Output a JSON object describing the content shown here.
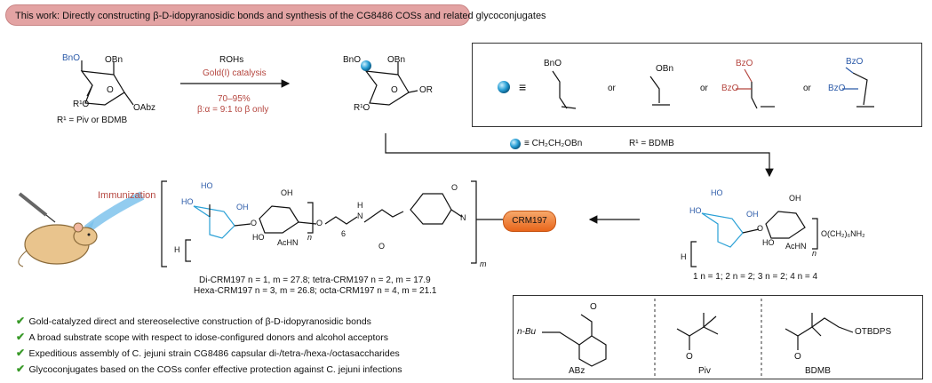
{
  "banner": "This work: Directly constructing β-D-idopyranosidic bonds and synthesis of the CG8486 COSs and related glycoconjugates",
  "reaction": {
    "reagent_top": "ROHs",
    "reagent_catalyst": "Gold(I) catalysis",
    "yield": "70–95%",
    "selectivity": "β:α = 9:1 to β only",
    "r1_definition": "R¹ = Piv or BDMB"
  },
  "donor_labels": {
    "bno_top": "BnO",
    "obn": "OBn",
    "oabz": "OAbz",
    "r1o": "R¹O",
    "o": "O"
  },
  "product_labels": {
    "bno": "BnO",
    "obn": "OBn",
    "or": "OR",
    "r1o": "R¹O",
    "o": "O"
  },
  "legend": {
    "equiv": "≡",
    "or": "or",
    "bno": "BnO",
    "obn": "OBn",
    "bzo1": "BzO",
    "bzo2": "BzO",
    "bzo3": "BzO",
    "bzo4": "BzO"
  },
  "conversion": {
    "text": "≡ CH₂CH₂OBn",
    "r1": "R¹ = BDMB"
  },
  "immunization": "Immunization",
  "conjugate": {
    "ho1": "HO",
    "ho2": "HO",
    "oh1": "OH",
    "oh2": "OH",
    "ho3": "HO",
    "o_link": "O",
    "acHN": "AcHN",
    "n_sub": "n",
    "o1": "O",
    "six": "6",
    "h_atom": "H",
    "nh": "N",
    "h_nh": "H",
    "o_carbonyl": "O",
    "n_ring": "N",
    "o_ring": "O",
    "m_sub": "m",
    "crm": "CRM197"
  },
  "conjugate_values": [
    "Di-CRM197 n = 1, m = 27.8; tetra-CRM197 n = 2, m = 17.9",
    "Hexa-CRM197 n = 3, m = 26.8; octa-CRM197 n = 4, m = 21.1"
  ],
  "oligo": {
    "ho1": "HO",
    "ho2": "HO",
    "oh1": "OH",
    "oh2": "OH",
    "ho3": "HO",
    "o_link": "O",
    "acHN": "AcHN",
    "tail": "O(CH₂)₆NH₂",
    "h_atom": "H",
    "n_sub": "n",
    "compounds": "1 n = 1;  2 n = 2; 3 n = 2;  4 n = 4"
  },
  "bullets": [
    "Gold-catalyzed direct and stereoselective construction of β-D-idopyranosidic bonds",
    "A broad substrate scope with respect to idose-configured donors and alcohol acceptors",
    "Expeditious assembly of C. jejuni strain CG8486 capsular di-/tetra-/hexa-/octasaccharides",
    "Glycoconjugates based on the COSs confer effective protection against C. jejuni infections"
  ],
  "protecting_groups": {
    "abz_label": "ABz",
    "abz_nbu": "n-Bu",
    "abz_o": "O",
    "piv_label": "Piv",
    "piv_o": "O",
    "bdmb_label": "BDMB",
    "bdmb_o": "O",
    "bdmb_otbdps": "OTBDPS"
  },
  "colors": {
    "banner": "#e3a3a3",
    "accent_red": "#b5463f",
    "accent_blue": "#2b5aa8",
    "check": "#3a9a2a",
    "crm": "#e8651b",
    "ring_blue": "#2aa0d6"
  }
}
